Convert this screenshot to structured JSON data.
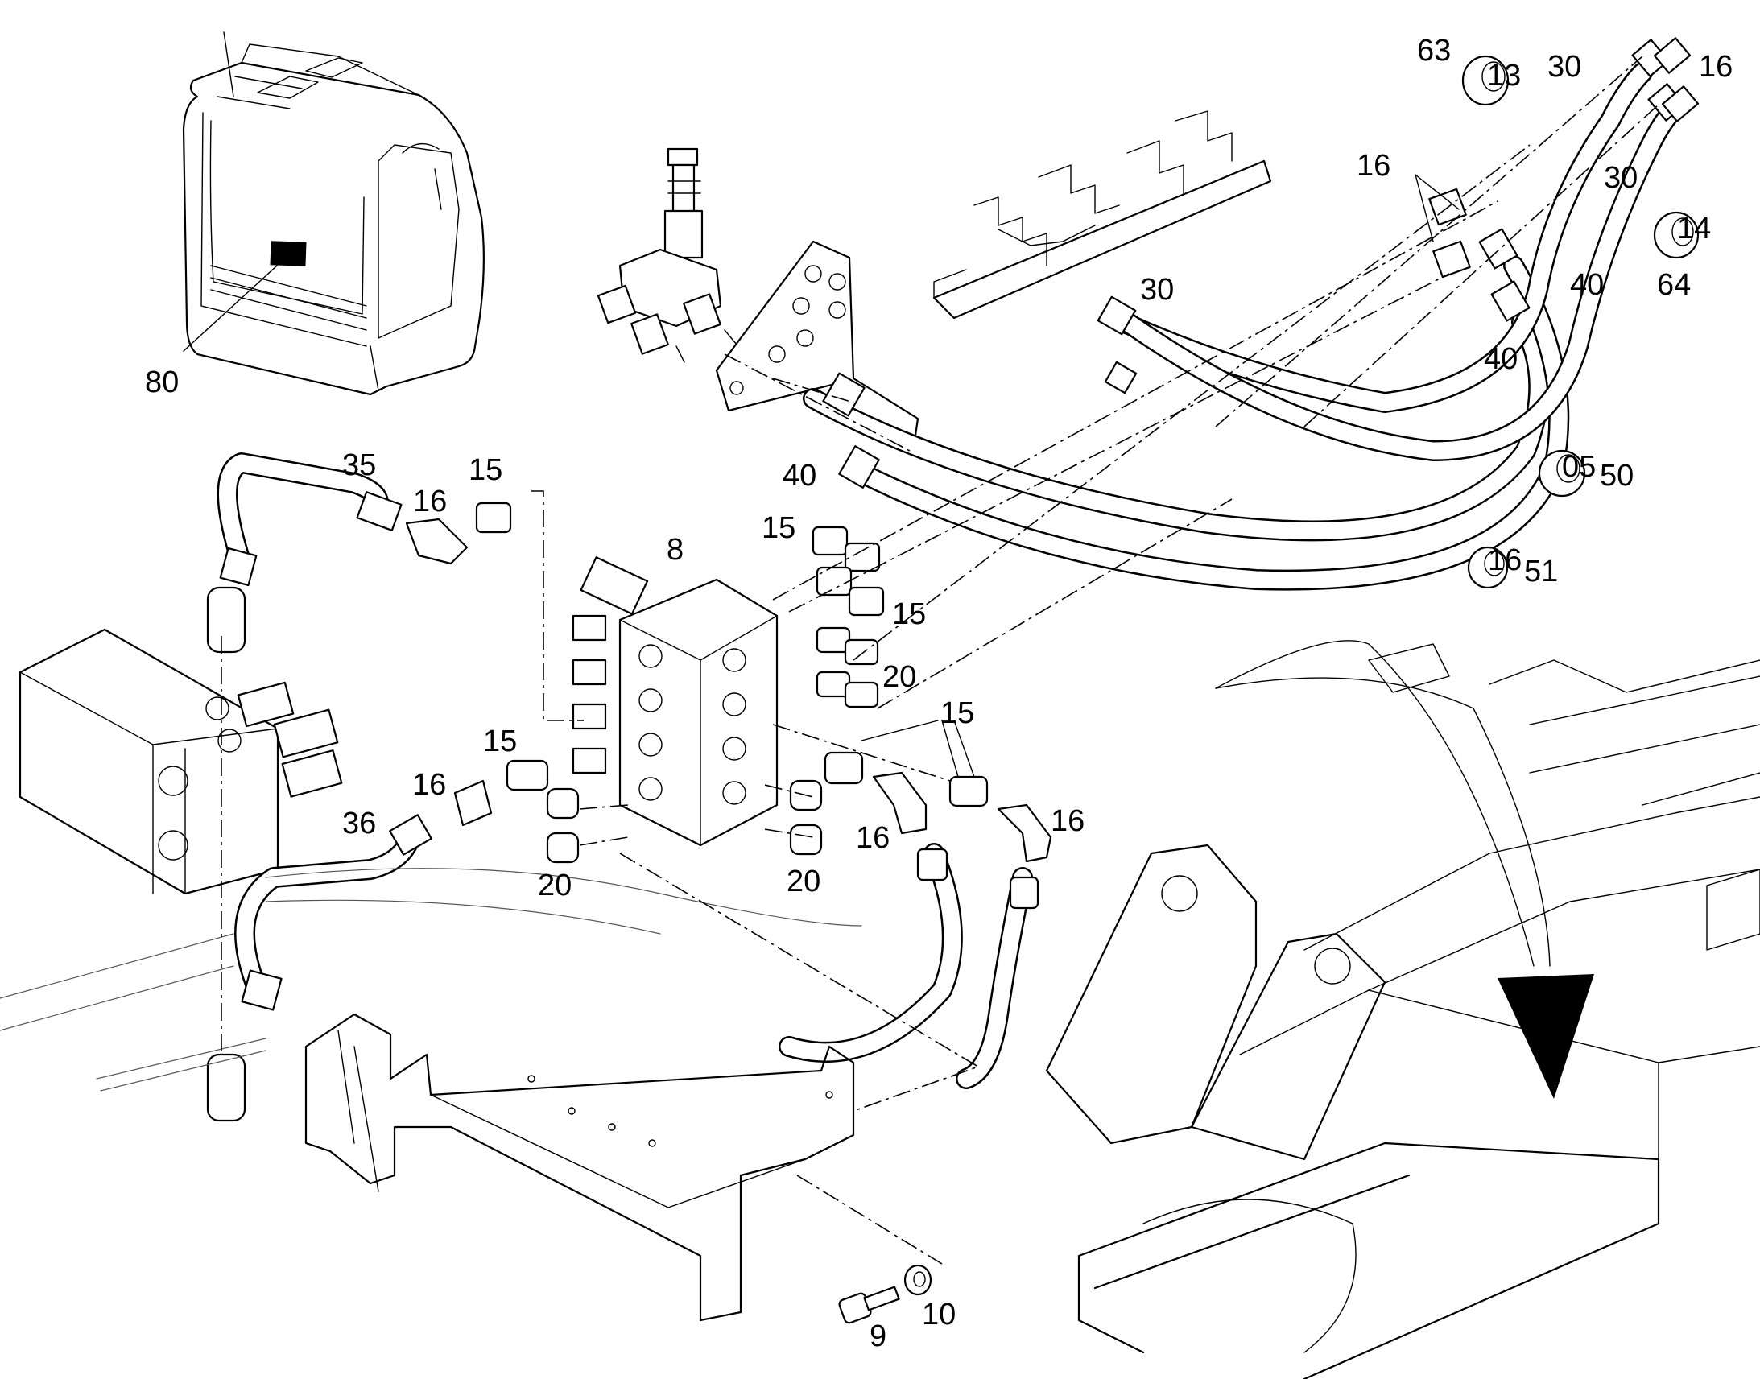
{
  "diagram": {
    "callouts": [
      {
        "id": "c63",
        "text": "63"
      },
      {
        "id": "c30a",
        "text": "30"
      },
      {
        "id": "c16a",
        "text": "16"
      },
      {
        "id": "c16b",
        "text": "16"
      },
      {
        "id": "c30b",
        "text": "30"
      },
      {
        "id": "c64",
        "text": "64"
      },
      {
        "id": "c40a",
        "text": "40"
      },
      {
        "id": "c30c",
        "text": "30"
      },
      {
        "id": "c40b",
        "text": "40"
      },
      {
        "id": "c80",
        "text": "80"
      },
      {
        "id": "c35",
        "text": "35"
      },
      {
        "id": "c15a",
        "text": "15"
      },
      {
        "id": "c16c",
        "text": "16"
      },
      {
        "id": "c40c",
        "text": "40"
      },
      {
        "id": "c50",
        "text": "50"
      },
      {
        "id": "c15b",
        "text": "15"
      },
      {
        "id": "c8",
        "text": "8"
      },
      {
        "id": "c51",
        "text": "51"
      },
      {
        "id": "c15c",
        "text": "15"
      },
      {
        "id": "c20a",
        "text": "20"
      },
      {
        "id": "c15d",
        "text": "15"
      },
      {
        "id": "c15e",
        "text": "15"
      },
      {
        "id": "c16d",
        "text": "16"
      },
      {
        "id": "c36",
        "text": "36"
      },
      {
        "id": "c16e",
        "text": "16"
      },
      {
        "id": "c16f",
        "text": "16"
      },
      {
        "id": "c20b",
        "text": "20"
      },
      {
        "id": "c20c",
        "text": "20"
      },
      {
        "id": "c9",
        "text": "9"
      },
      {
        "id": "c10",
        "text": "10"
      }
    ],
    "caps": [
      {
        "id": "cap63",
        "label": "13"
      },
      {
        "id": "cap64",
        "label": "14"
      },
      {
        "id": "cap50",
        "label": "05"
      },
      {
        "id": "cap51",
        "label": "16"
      }
    ]
  }
}
